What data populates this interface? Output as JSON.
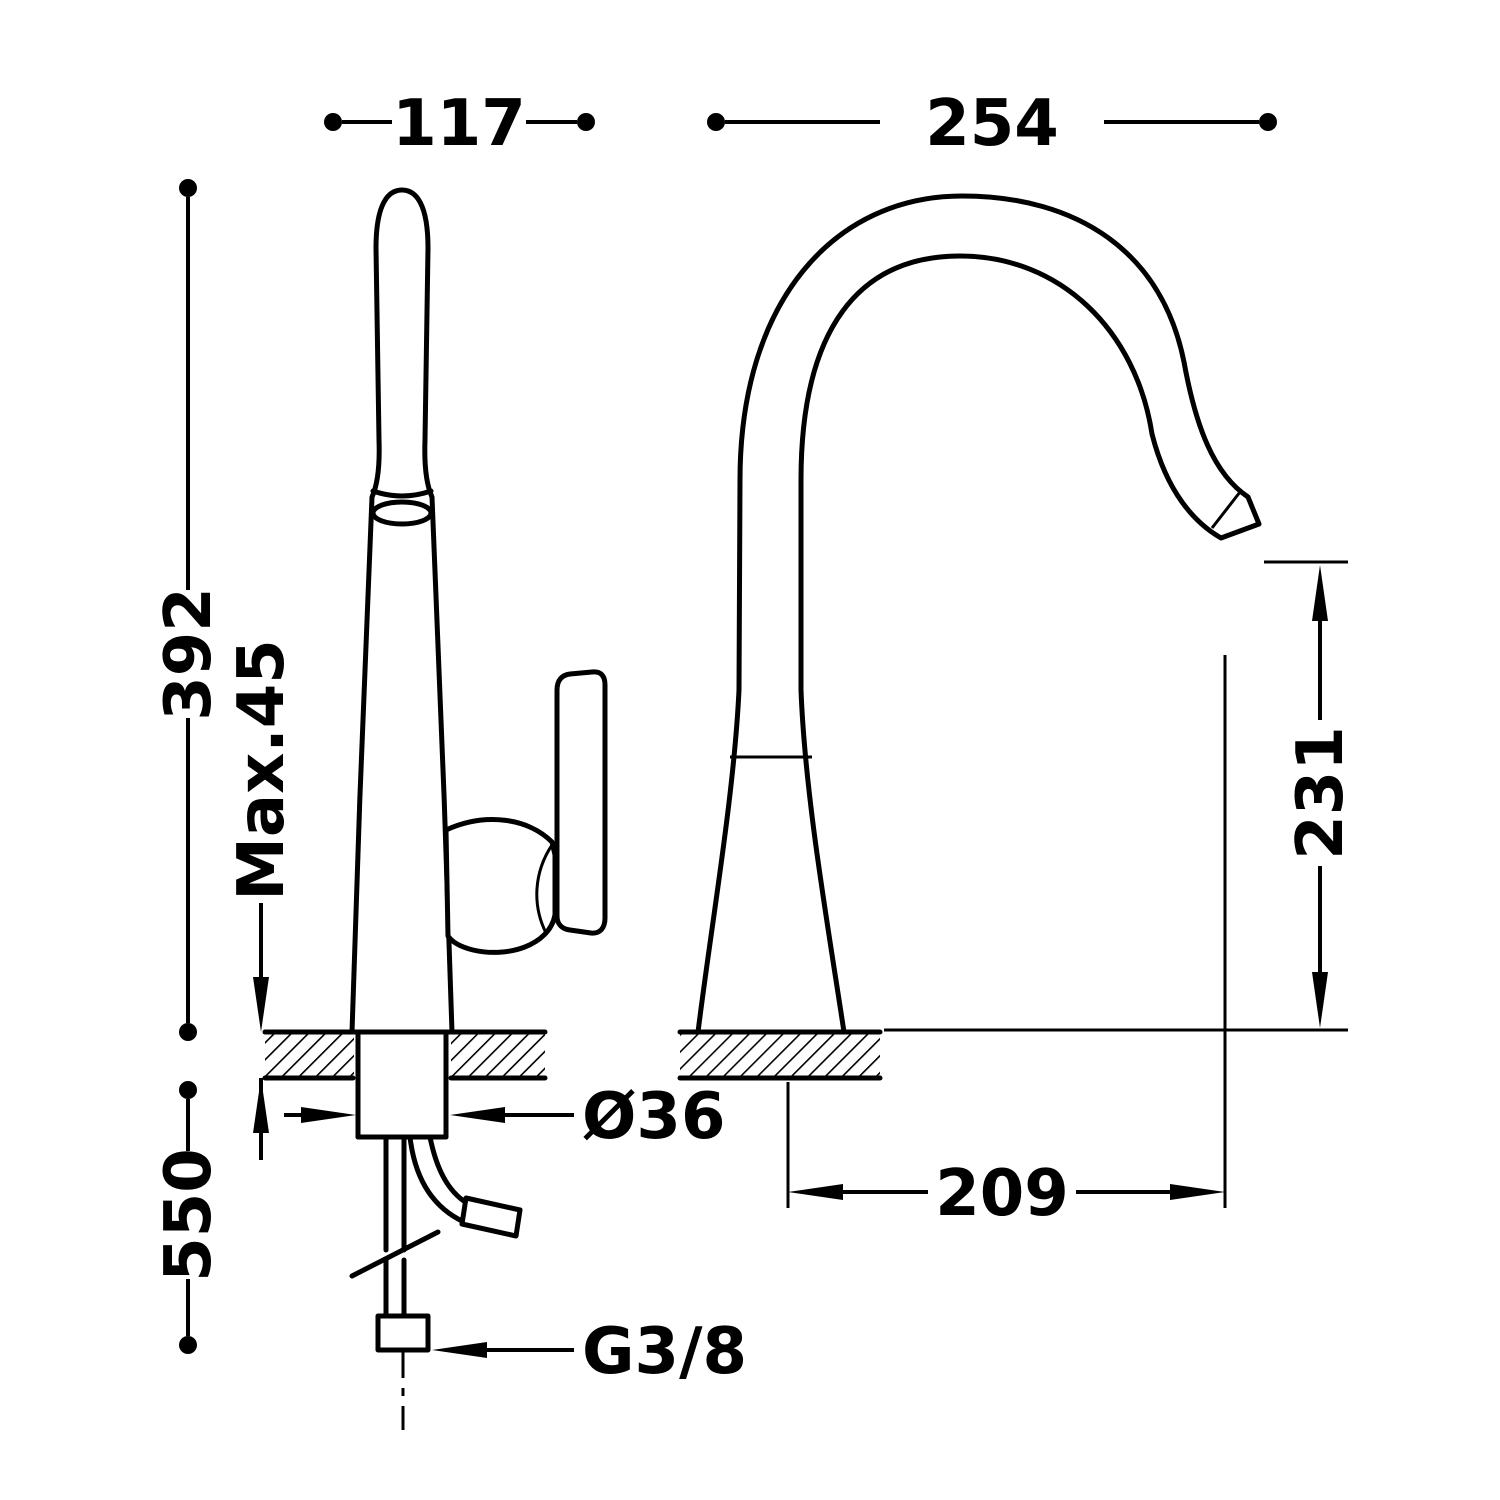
{
  "drawing": {
    "kind": "technical-dimension-drawing",
    "subject": "single-lever kitchen mixer tap with high swivel spout, side view and front view",
    "units_shown": "mm"
  },
  "labels": {
    "side_width": "117",
    "front_width": "254",
    "height_above_deck": "392",
    "max_deck_thickness": "Max.45",
    "hose_length": "550",
    "shank_diameter": "Ø36",
    "spout_clearance": "231",
    "spout_reach": "209",
    "inlet_thread": "G3/8"
  },
  "colors": {
    "line": "#000000",
    "background": "#ffffff"
  }
}
